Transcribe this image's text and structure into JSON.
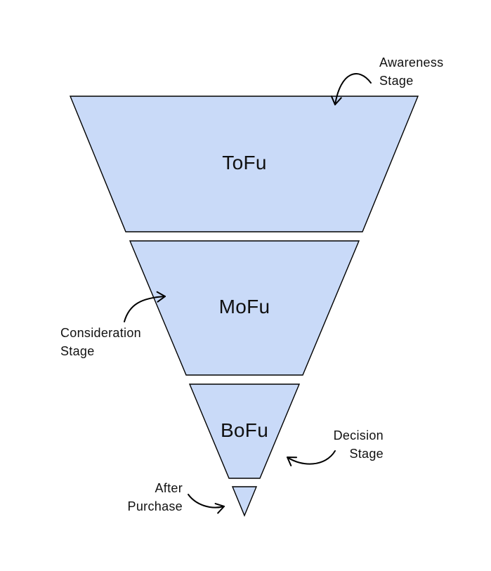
{
  "colors": {
    "funnel_fill": "#c9daf8",
    "funnel_outline": "#000000",
    "arrow": "#000000",
    "text": "#111111"
  },
  "funnel": {
    "type": "funnel",
    "segments": [
      {
        "label": "ToFu",
        "stage": "Awareness Stage"
      },
      {
        "label": "MoFu",
        "stage": "Consideration Stage"
      },
      {
        "label": "BoFu",
        "stage": "Decision Stage"
      },
      {
        "label": "",
        "stage": "After Purchase"
      }
    ]
  },
  "annotations": {
    "awareness": {
      "line1": "Awareness",
      "line2": "Stage"
    },
    "consideration": {
      "line1": "Consideration",
      "line2": "Stage"
    },
    "decision": {
      "line1": "Decision",
      "line2": "Stage"
    },
    "after_purchase": {
      "line1": "After",
      "line2": "Purchase"
    }
  }
}
